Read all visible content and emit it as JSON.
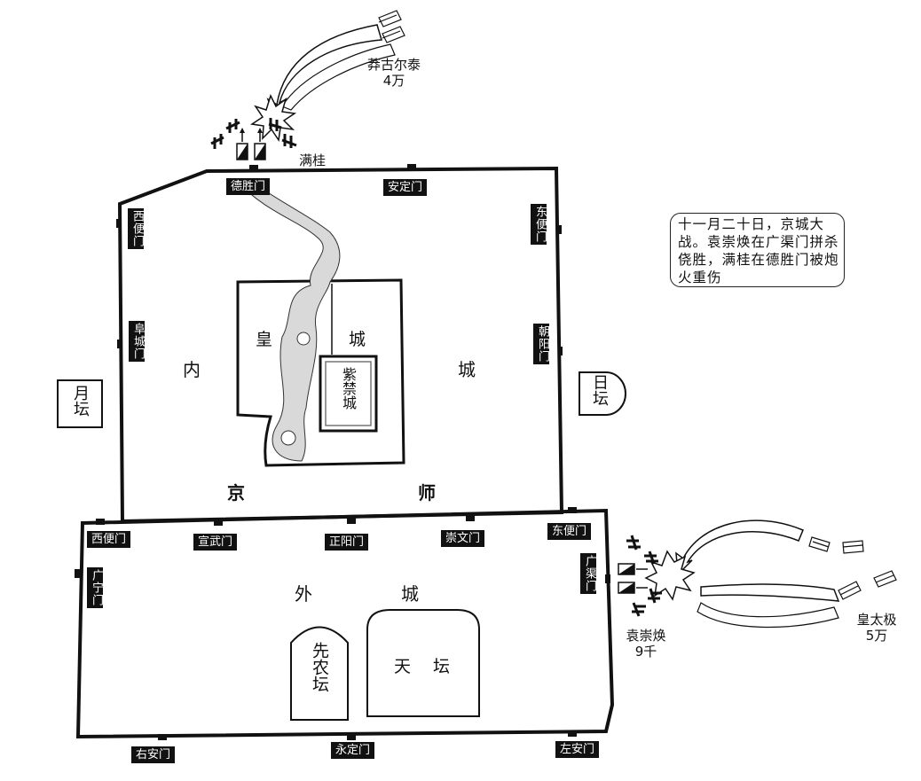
{
  "caption": "十一月二十日，京城大战。袁崇焕在广渠门拼杀侥胜，满桂在德胜门被炮火重伤",
  "inner_city": {
    "chars": [
      "内",
      "城",
      "京",
      "师"
    ]
  },
  "imperial_city": {
    "chars": [
      "皇",
      "城"
    ]
  },
  "forbidden_city": "紫禁城",
  "outer_city": {
    "chars": [
      "外",
      "城"
    ]
  },
  "altars": {
    "moon": "月坛",
    "sun": "日坛",
    "xiannong": "先农坛",
    "tian": [
      "天",
      "坛"
    ]
  },
  "gates": {
    "deshengmen": "德胜门",
    "andingmen": "安定门",
    "xibianmen_north": "西便门",
    "dongbianmen_north": "东便门",
    "fuchengmen": "阜城门",
    "chaoyangmen": "朝阳门",
    "xibianmen_south": "西便门",
    "xuanwumen": "宣武门",
    "zhengyangmen": "正阳门",
    "chongwenmen": "崇文门",
    "dongbianmen_south": "东便门",
    "guangningmen": "广宁门",
    "guangqumen": "广渠门",
    "youanmen": "右安门",
    "yongdingmen": "永定门",
    "zuoanmen": "左安门"
  },
  "forces": {
    "manggultai": {
      "name": "莽古尔泰",
      "size": "4万"
    },
    "mangui": {
      "name": "满桂"
    },
    "yuan_chonghuan": {
      "name": "袁崇焕",
      "size": "9千"
    },
    "hong_taiji": {
      "name": "皇太极",
      "size": "5万"
    }
  },
  "colors": {
    "line": "#111111",
    "water": "#d9d9d9",
    "background": "#ffffff"
  }
}
